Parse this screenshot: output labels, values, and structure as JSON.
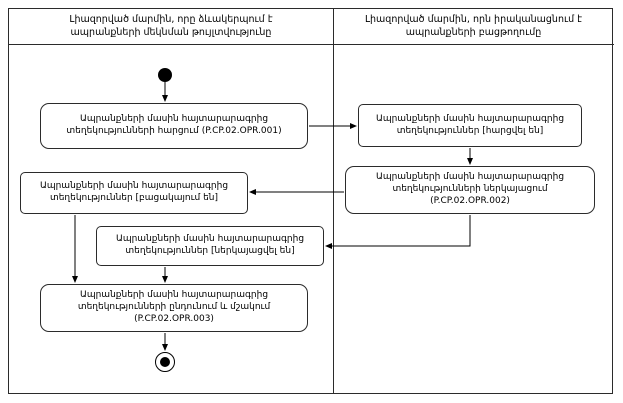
{
  "lane1": {
    "title": "Լիազորված մարմին, որը ձևակերպում է ապրանքների մեկնման թույլտվությունը"
  },
  "lane2": {
    "title": "Լիազորված մարմին, որն իրականացնում է ապրանքների բացթողումը"
  },
  "nodes": {
    "request": "Ապրանքների մասին հայտարարագրից տեղեկությունների հարցում (P.CP.02.OPR.001)",
    "state_requested": "Ապրանքների մասին հայտարարագրից տեղեկություններ [հարցվել են]",
    "submit": "Ապրանքների մասին հայտարարագրից տեղեկությունների ներկայացում (P.CP.02.OPR.002)",
    "state_absent": "Ապրանքների մասին հայտարարագրից տեղեկություններ [բացակայում են]",
    "state_submitted": "Ապրանքների մասին հայտարարագրից տեղեկություններ [ներկայացվել են]",
    "receive": "Ապրանքների մասին հայտարարագրից տեղեկությունների ընդունում և մշակում (P.CP.02.OPR.003)"
  },
  "colors": {
    "line": "#2b2b2b",
    "background": "#ffffff"
  }
}
